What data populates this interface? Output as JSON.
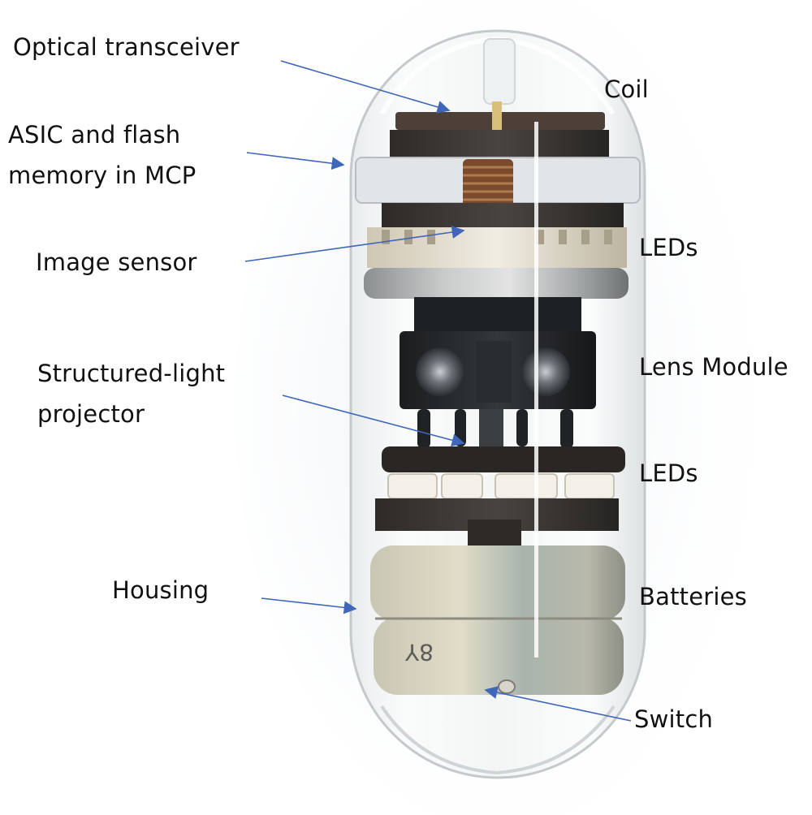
{
  "labels": {
    "optical_transceiver": "Optical transceiver",
    "asic_line1": "ASIC and flash",
    "asic_line2": "memory in MCP",
    "image_sensor": "Image sensor",
    "projector_line1": "Structured-light",
    "projector_line2": "projector",
    "housing": "Housing",
    "coil": "Coil",
    "leds_upper": "LEDs",
    "lens_module": "Lens Module",
    "leds_lower": "LEDs",
    "batteries": "Batteries",
    "switch": "Switch"
  },
  "battery_marking": "8Y",
  "colors": {
    "leader_line": "#3f66b8",
    "label_text": "#111111"
  }
}
